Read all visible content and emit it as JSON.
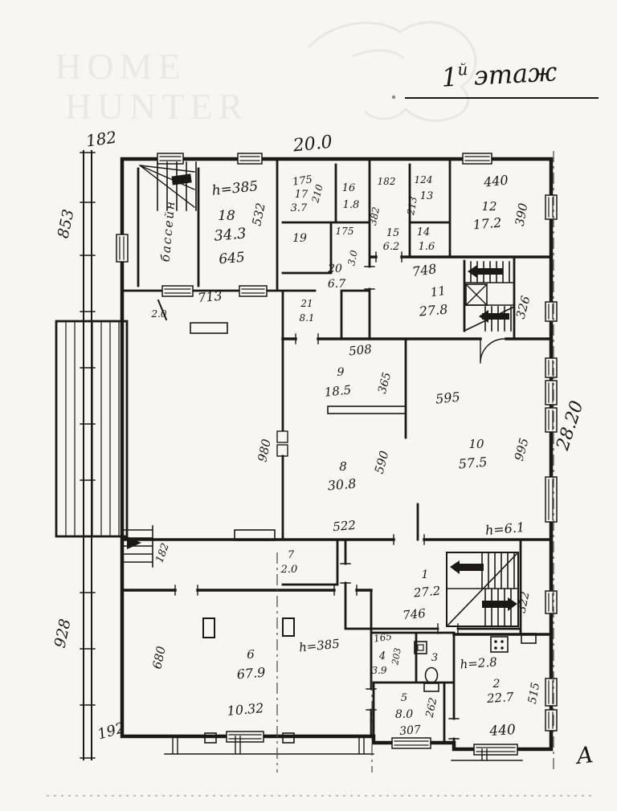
{
  "watermark": {
    "line1": "HOME",
    "line2": "HUNTER"
  },
  "title": {
    "num": "1",
    "sup": "й",
    "word": "этаж"
  },
  "axis": {
    "letter": "А"
  },
  "site": {
    "top_left": "182",
    "top_width": "20.0",
    "left_upper": "853",
    "left_lower": "928",
    "bottom_left": "192",
    "right_height": "28.20"
  },
  "rooms": {
    "pool": {
      "name": "бассейн"
    },
    "r18": {
      "h": "h=385",
      "num": "18",
      "area": "34.3",
      "w": "645",
      "d": "532"
    },
    "r17": {
      "w": "175",
      "num": "17",
      "area": "3.7",
      "d": "210"
    },
    "r16": {
      "num": "16",
      "area": "1.8"
    },
    "r19": {
      "num": "19"
    },
    "r20": {
      "w": "175",
      "num": "20",
      "area": "6.7",
      "d": "3.0"
    },
    "r15": {
      "w": "182",
      "d": "382",
      "num": "15",
      "area": "6.2"
    },
    "r13": {
      "w": "124",
      "num": "13",
      "d": "213"
    },
    "r14": {
      "num": "14",
      "area": "1.6"
    },
    "r12": {
      "w": "440",
      "num": "12",
      "area": "17.2",
      "d": "390"
    },
    "r11": {
      "w": "748",
      "num": "11",
      "area": "27.8",
      "d": "326"
    },
    "r21": {
      "num": "21",
      "area": "8.1"
    },
    "hall": {
      "w": "713",
      "door": "2.0",
      "d": "980",
      "stair": "182"
    },
    "r9": {
      "w": "508",
      "num": "9",
      "area": "18.5",
      "d": "365"
    },
    "r8": {
      "num": "8",
      "area": "30.8",
      "d": "590"
    },
    "r10": {
      "w": "595",
      "num": "10",
      "area": "57.5",
      "d": "995",
      "h": "h=6.1"
    },
    "r7": {
      "w": "522",
      "num": "7",
      "area": "2.0"
    },
    "r1": {
      "num": "1",
      "area": "27.2",
      "w": "746",
      "d": "322"
    },
    "r6": {
      "d": "680",
      "num": "6",
      "area": "67.9",
      "h": "h=385",
      "w": "10.32"
    },
    "r4": {
      "w": "165",
      "num": "4",
      "area": "3.9",
      "d": "203"
    },
    "r3": {
      "num": "3"
    },
    "r5": {
      "num": "5",
      "area": "8.0",
      "w": "307",
      "d": "262"
    },
    "r2": {
      "h": "h=2.8",
      "num": "2",
      "area": "22.7",
      "d": "515",
      "w": "440"
    }
  }
}
